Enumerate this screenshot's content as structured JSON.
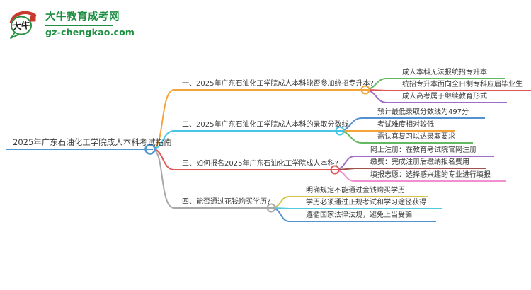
{
  "logo": {
    "title": "大牛教育成考网",
    "domain": "gz-chengkao.com",
    "bubble_text": "大牛",
    "brand_color": "#1e8e42",
    "seal_color": "#c93a2e"
  },
  "mindmap": {
    "root": {
      "label": "2025年广东石油化工学院成人本科考试指南",
      "color": "#4f97d4"
    },
    "branches": [
      {
        "label": "一、2025年广东石油化工学院成人本科能否参加统招专升本?",
        "color": "#f5a43c",
        "children": [
          {
            "label": "成人本科无法报统招专升本",
            "color": "#62b962"
          },
          {
            "label": "统招专升本面向全日制专科应届毕业生",
            "color": "#e25555"
          },
          {
            "label": "成人高考属于继续教育形式",
            "color": "#a06cc8"
          }
        ]
      },
      {
        "label": "二、2025年广东石油化工学院成人本科的录取分数线",
        "color": "#45c6e6",
        "children": [
          {
            "label": "预计最低录取分数线为497分",
            "color": "#5591d2"
          },
          {
            "label": "考试难度相对较低",
            "color": "#f5a43c"
          },
          {
            "label": "需认真复习以达录取要求",
            "color": "#62b962"
          }
        ]
      },
      {
        "label": "三、如何报名2025年广东石油化工学院成人本科?",
        "color": "#e25555",
        "children": [
          {
            "label": "网上注册：在教育考试院官网注册",
            "color": "#a06cc8"
          },
          {
            "label": "缴费：完成注册后缴纳报名费用",
            "color": "#a0524a"
          },
          {
            "label": "填报志愿：选择感兴趣的专业进行填报",
            "color": "#f090cf"
          }
        ]
      },
      {
        "label": "四、能否通过花钱购买学历?",
        "color": "#a8a8a8",
        "children": [
          {
            "label": "明确规定不能通过金钱购买学历",
            "color": "#d4c44c"
          },
          {
            "label": "学历必须通过正规考试和学习途径获得",
            "color": "#52cbe0"
          },
          {
            "label": "遵循国家法律法规，避免上当受骗",
            "color": "#5591d2"
          }
        ]
      }
    ]
  }
}
